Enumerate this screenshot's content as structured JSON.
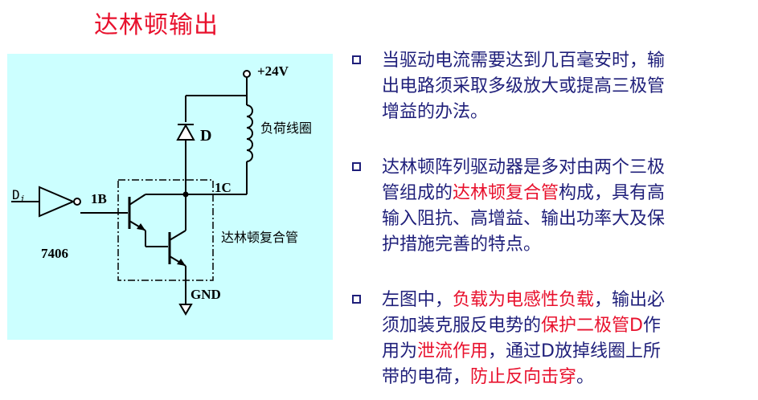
{
  "title": "达林顿输出",
  "circuit": {
    "supply_label": "+24V",
    "diode_label": "D",
    "coil_label": "负荷线圈",
    "input_label": "Di",
    "input_sub": "i",
    "input_main": "D",
    "pin_b_label": "1B",
    "pin_c_label": "1C",
    "buffer_label": "7406",
    "darlington_label": "达林顿复合管",
    "ground_label": "GND"
  },
  "bullets": [
    {
      "lines": [
        [
          {
            "t": "当驱动电流需要达到几百毫安时，输",
            "hl": false
          }
        ],
        [
          {
            "t": "出电路须采取多级放大或提高三极管",
            "hl": false
          }
        ],
        [
          {
            "t": "增益的办法。",
            "hl": false
          }
        ]
      ]
    },
    {
      "lines": [
        [
          {
            "t": "达林顿阵列驱动器是多对由两个三极",
            "hl": false
          }
        ],
        [
          {
            "t": "管组成的",
            "hl": false
          },
          {
            "t": "达林顿复合管",
            "hl": true
          },
          {
            "t": "构成，具有高",
            "hl": false
          }
        ],
        [
          {
            "t": "输入阻抗、高增益、输出功率大及保",
            "hl": false
          }
        ],
        [
          {
            "t": "护措施完善的特点。",
            "hl": false
          }
        ]
      ]
    },
    {
      "lines": [
        [
          {
            "t": " 左图中，",
            "hl": false
          },
          {
            "t": "负载为电感性负载",
            "hl": true
          },
          {
            "t": "，输出必",
            "hl": false
          }
        ],
        [
          {
            "t": "须加装克服反电势的",
            "hl": false
          },
          {
            "t": "保护二极管D",
            "hl": true
          },
          {
            "t": "作",
            "hl": false
          }
        ],
        [
          {
            "t": "用为",
            "hl": false
          },
          {
            "t": "泄流作用",
            "hl": true
          },
          {
            "t": "，通过D放掉线圈上所",
            "hl": false
          }
        ],
        [
          {
            "t": "带的电荷，",
            "hl": false
          },
          {
            "t": "防止反向击穿",
            "hl": true
          },
          {
            "t": "。",
            "hl": false
          }
        ]
      ]
    }
  ],
  "colors": {
    "title": "#e8112d",
    "circuit_bg": "#ccffff",
    "body_text": "#1f1f7a",
    "highlight": "#e8112d",
    "wire": "#000000"
  }
}
